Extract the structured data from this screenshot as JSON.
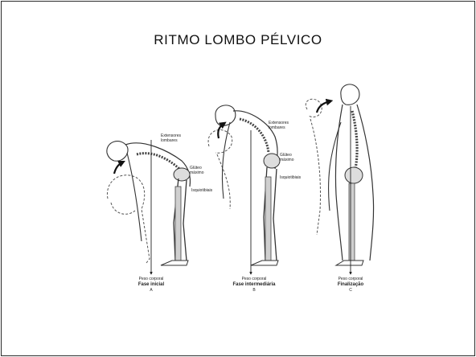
{
  "slide": {
    "title": "RITMO LOMBO PÉLVICO"
  },
  "figure": {
    "labels": {
      "extensores_a": "Extensores",
      "lombares_a": "lombares",
      "gluteo_a": "Glúteo",
      "maximo_a": "máximo",
      "isquiotibiais_a": "Isquiotibiais",
      "extensores_b": "Extensores",
      "lombares_b": "lombares",
      "gluteo_b": "Glúteo",
      "maximo_b": "máximo",
      "isquiotibiais_b": "Isquiotibiais"
    },
    "phases": [
      {
        "weight": "Peso corporal",
        "name": "Fase inicial",
        "letter": "A"
      },
      {
        "weight": "Peso corporal",
        "name": "Fase intermediária",
        "letter": "B"
      },
      {
        "weight": "Peso corporal",
        "name": "Finalização",
        "letter": "C"
      }
    ]
  }
}
